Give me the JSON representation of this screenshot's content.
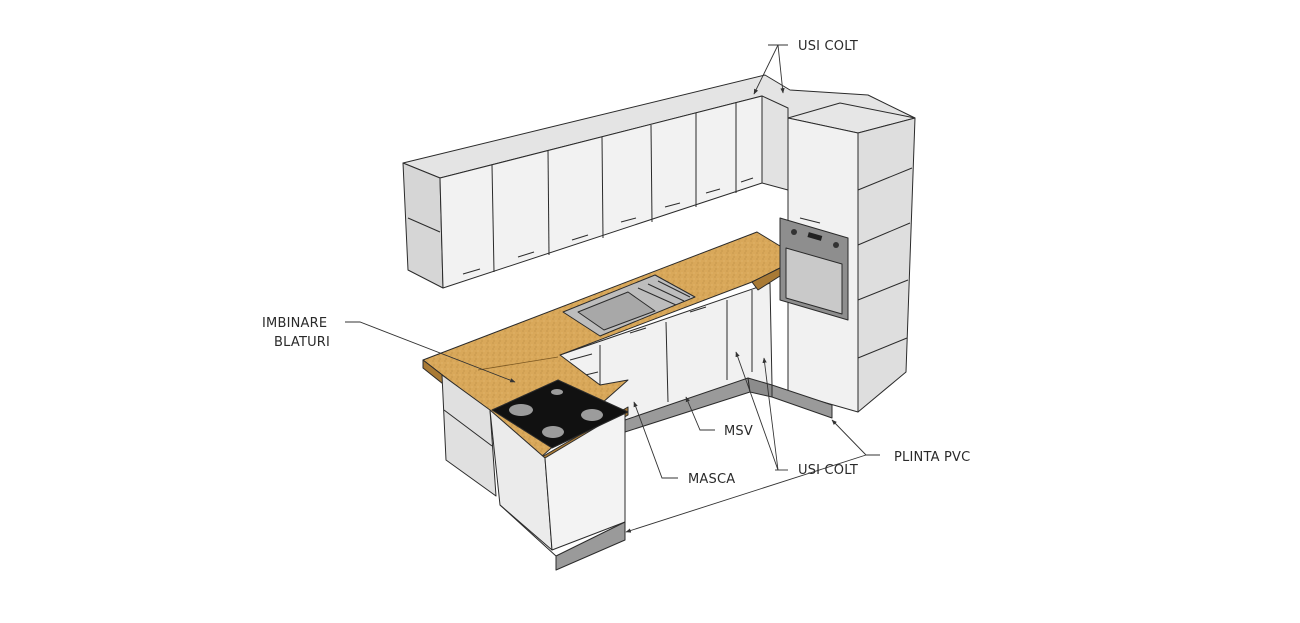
{
  "labels": {
    "usi_colt_top": "USI COLT",
    "imbinare_line1": "IMBINARE",
    "imbinare_line2": "BLATURI",
    "msv": "MSV",
    "usi_colt_bottom": "USI COLT",
    "plinta_pvc": "PLINTA PVC",
    "masca": "MASCA"
  },
  "colors": {
    "cabinet_front": "#f1f1f1",
    "cabinet_side": "#d9d9d9",
    "cabinet_top": "#e6e6e6",
    "countertop": "#d9a85a",
    "countertop_edge": "#a97a35",
    "plinth": "#9a9a9a",
    "cooktop": "#111111",
    "burner": "#9c9c9c",
    "oven_frame": "#8a8a8a",
    "oven_glass": "#c8c8c8",
    "sink": "#bdbdbd"
  }
}
